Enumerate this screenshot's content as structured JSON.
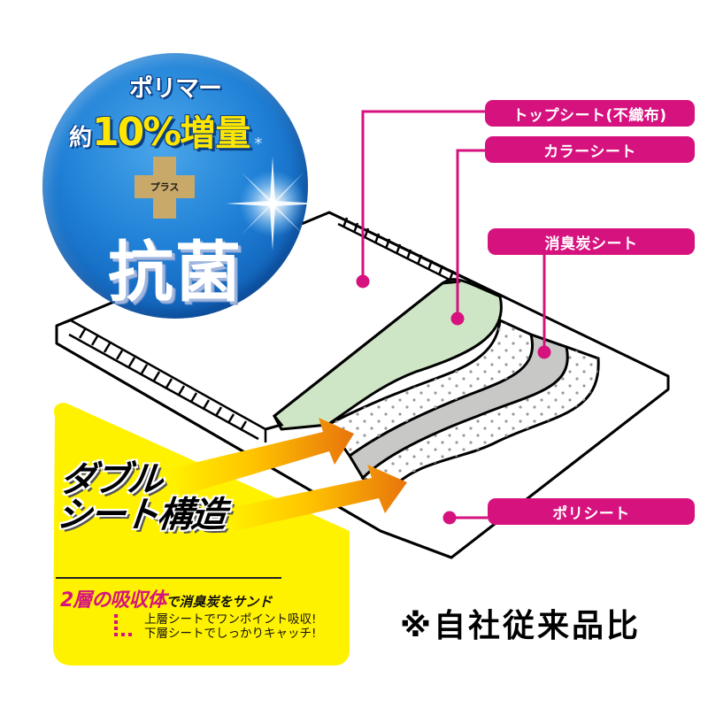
{
  "badge": {
    "line1": "ポリマー",
    "prefix": "約",
    "percent": "10%",
    "increase": "増量",
    "asterisk": "*",
    "plus_label": "プラス",
    "feature": "抗菌",
    "colors": {
      "circle": "#1f80d6",
      "highlight_text": "#ffe600",
      "plus": "#c9a96a"
    }
  },
  "callouts": [
    {
      "label": "トップシート(不織布)",
      "target": "top-sheet"
    },
    {
      "label": "カラーシート",
      "target": "color-sheet"
    },
    {
      "label": "消臭炭シート",
      "target": "charcoal-sheet"
    },
    {
      "label": "ポリシート",
      "target": "poly-sheet"
    }
  ],
  "structure": {
    "title_line1": "ダブル",
    "title_line2": "シート構造",
    "subtitle_highlight": "2層の吸収体",
    "subtitle_rest": "で消臭炭をサンド",
    "detail_line1": "上層シートでワンポイント吸収!",
    "detail_line2": "下層シートでしっかりキャッチ!"
  },
  "footnote": "※自社従来品比",
  "colors": {
    "callout": "#d6127f",
    "panel": "#fff200",
    "arrow_start": "#ffd200",
    "arrow_end": "#e8740c",
    "color_sheet": "#cfe6c6",
    "charcoal_sheet": "#c8c9c7"
  }
}
